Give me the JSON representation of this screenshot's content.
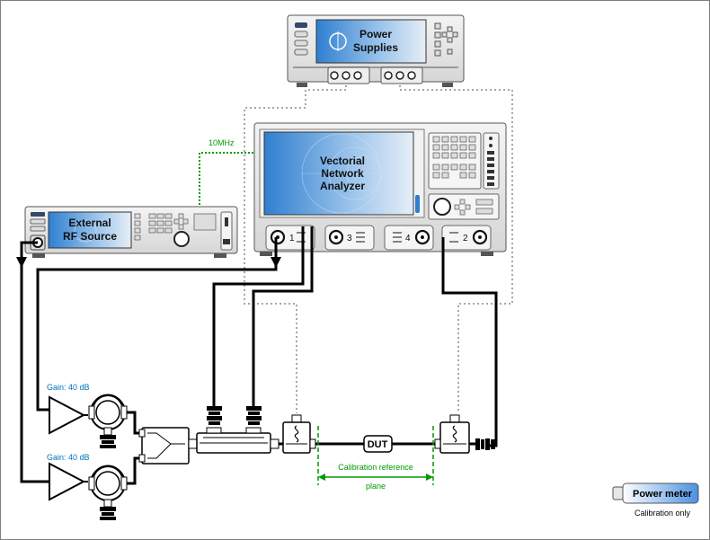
{
  "instruments": {
    "power_supplies": {
      "line1": "Power",
      "line2": "Supplies"
    },
    "vna": {
      "line1": "Vectorial",
      "line2": "Network",
      "line3": "Analyzer"
    },
    "rf_source": {
      "line1": "External",
      "line2": "RF Source"
    },
    "power_meter": {
      "label": "Power meter",
      "note": "Calibration only"
    }
  },
  "vna_ports": {
    "p1": "1",
    "p2": "2",
    "p3": "3",
    "p4": "4"
  },
  "links": {
    "ref_clock": "10MHz"
  },
  "amplifiers": {
    "gain_top": "Gain: 40 dB",
    "gain_bottom": "Gain: 40 dB"
  },
  "dut": {
    "label": "DUT"
  },
  "calibration": {
    "line1": "Calibration reference",
    "line2": "plane"
  },
  "colors": {
    "screen_blue": "#5b9bd5",
    "accent_green": "#009900",
    "cable_black": "#000000",
    "dotted_gray": "#a6a6a6"
  }
}
